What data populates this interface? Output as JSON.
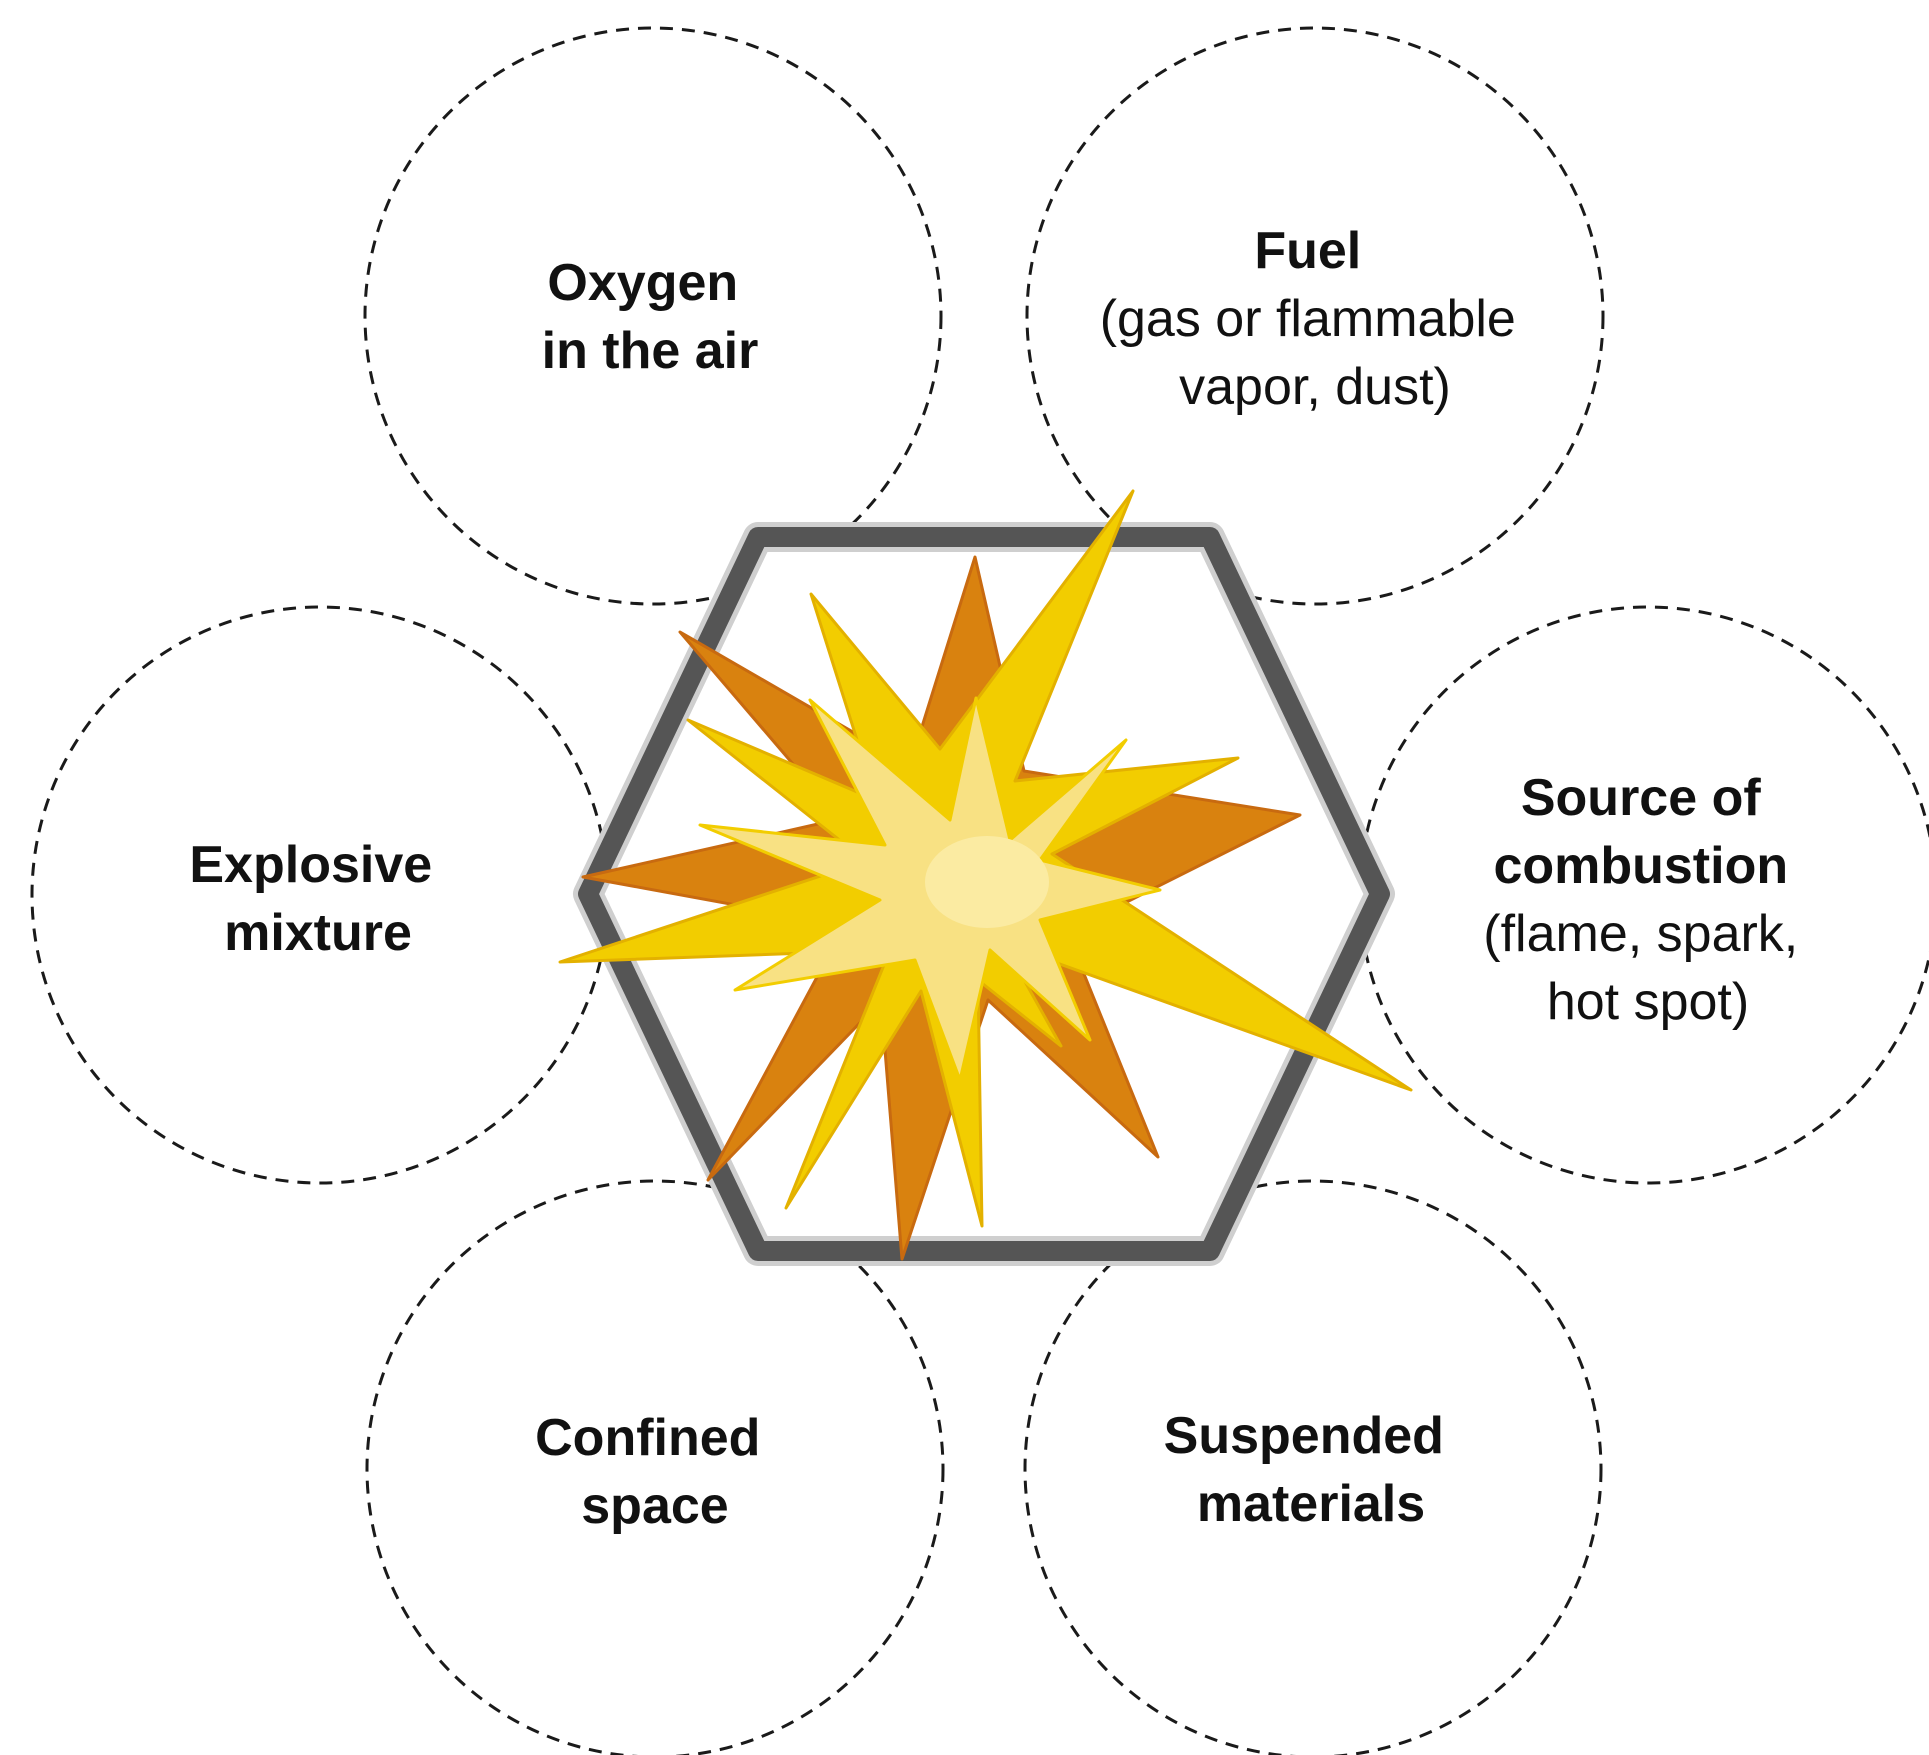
{
  "diagram": {
    "center": {
      "shape": "hexagon",
      "icon": "explosion-icon",
      "outline_color": "#555555",
      "flame_colors": [
        "#d9820f",
        "#f2cd00",
        "#f8e183",
        "#fdf3c4"
      ]
    },
    "nodes": [
      {
        "id": "oxygen",
        "lines": [
          {
            "text": "Oxygen",
            "bold": true
          },
          {
            "text": "in the air",
            "bold": true
          }
        ]
      },
      {
        "id": "fuel",
        "lines": [
          {
            "text": "Fuel",
            "bold": true
          },
          {
            "text": "(gas or flammable",
            "bold": false
          },
          {
            "text": "vapor, dust)",
            "bold": false
          }
        ]
      },
      {
        "id": "explosive",
        "lines": [
          {
            "text": "Explosive",
            "bold": true
          },
          {
            "text": "mixture",
            "bold": true
          }
        ]
      },
      {
        "id": "source",
        "lines": [
          {
            "text": "Source of",
            "bold": true
          },
          {
            "text": "combustion",
            "bold": true
          },
          {
            "text": "(flame, spark,",
            "bold": false
          },
          {
            "text": "hot spot)",
            "bold": false
          }
        ]
      },
      {
        "id": "confined",
        "lines": [
          {
            "text": "Confined",
            "bold": true
          },
          {
            "text": "space",
            "bold": true
          }
        ]
      },
      {
        "id": "suspended",
        "lines": [
          {
            "text": "Suspended",
            "bold": true
          },
          {
            "text": "materials",
            "bold": true
          }
        ]
      }
    ]
  }
}
